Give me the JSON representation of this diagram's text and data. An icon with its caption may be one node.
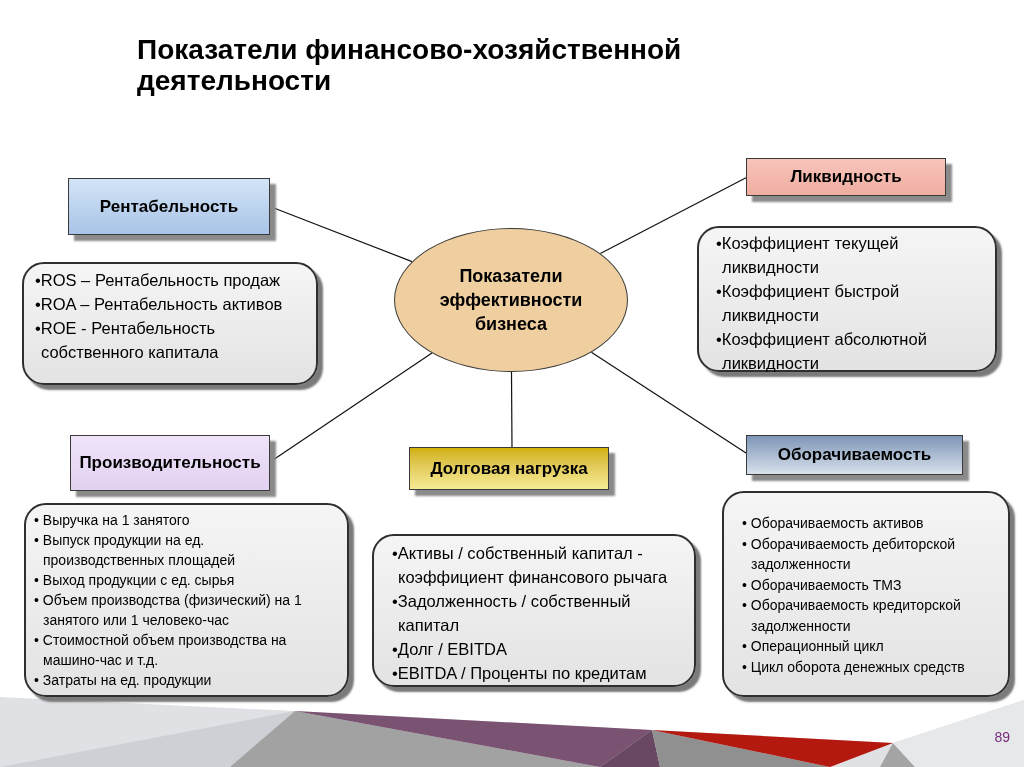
{
  "diagram": {
    "title": "Показатели финансово-хозяйственной деятельности",
    "nodes": [
      {
        "text": [
          "Рентабельность"
        ]
      },
      {
        "text": [
          "Ликвидность"
        ]
      },
      {
        "text": [
          "•ROS – Рентабельность продаж",
          "•ROA – Рентабельность активов",
          "•ROE - Рентабельность собственного капитала"
        ]
      },
      {
        "text": [
          "•Коэффициент текущей ликвидности",
          "•Коэффициент быстрой ликвидности",
          "•Коэффициент абсолютной ликвидности"
        ]
      },
      {
        "text": [
          "Показатели эффективности бизнеса"
        ]
      },
      {
        "text": [
          "Производительность"
        ]
      },
      {
        "text": [
          "Долговая нагрузка"
        ]
      },
      {
        "text": [
          "Оборачиваемость"
        ]
      },
      {
        "text": [
          "• Выручка на 1 занятого",
          "• Выпуск продукции на ед. производственных площадей",
          "• Выход продукции с ед. сырья",
          "• Объем производства (физический) на 1 занятого или 1 человеко-час",
          "• Стоимостной объем производства на машино-час и т.д.",
          "• Затраты на ед. продукции"
        ]
      },
      {
        "text": [
          "•Активы / собственный капитал - коэффициент финансового рычага",
          "•Задолженность / собственный капитал",
          "•Долг / EBITDA",
          "•EBITDA / Проценты по кредитам"
        ]
      },
      {
        "text": [
          "• Оборачиваемость активов",
          "• Оборачиваемость дебиторской задолженности",
          "• Оборачиваемость ТМЗ",
          "• Оборачиваемость кредиторской задолженности",
          "• Операционный цикл",
          "• Цикл оборота денежных средств"
        ]
      }
    ],
    "edges": [
      {
        "from": 4,
        "to": 0,
        "arrow": "none"
      },
      {
        "from": 4,
        "to": 1,
        "arrow": "none"
      },
      {
        "from": 4,
        "to": 5,
        "arrow": "none"
      },
      {
        "from": 4,
        "to": 6,
        "arrow": "none"
      },
      {
        "from": 4,
        "to": 7,
        "arrow": "none"
      }
    ],
    "labels": [
      "89"
    ]
  }
}
